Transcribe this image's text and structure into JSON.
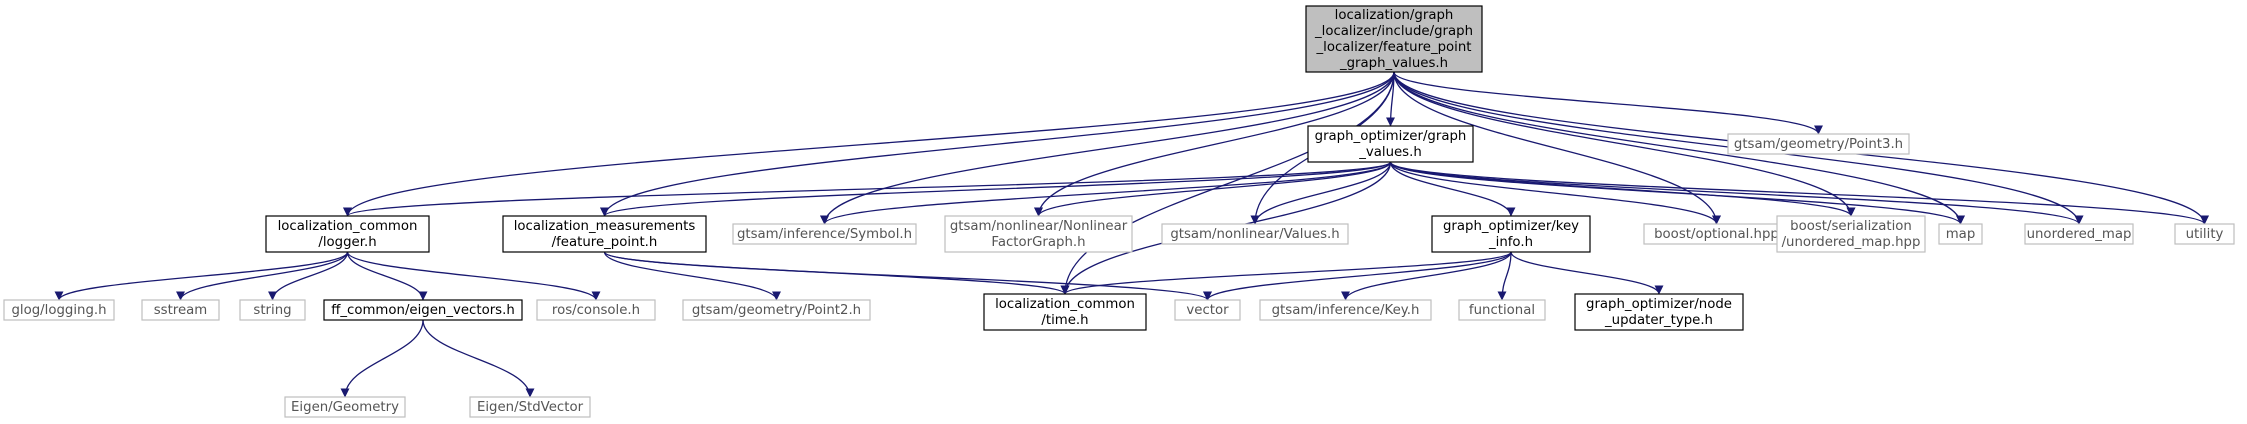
{
  "colors": {
    "edge": "#191970",
    "strong_border": "#000000",
    "weak_border": "#bfbfbf",
    "root_fill": "#bfbfbf",
    "text": "#000000",
    "weak_text": "#555555"
  },
  "nodes": [
    {
      "id": "root",
      "kind": "root",
      "lines": [
        "localization/graph",
        "_localizer/include/graph",
        "_localizer/feature_point",
        "_graph_values.h"
      ]
    },
    {
      "id": "gv",
      "kind": "strong",
      "lines": [
        "graph_optimizer/graph",
        "_values.h"
      ]
    },
    {
      "id": "point3",
      "kind": "weak",
      "lines": [
        "gtsam/geometry/Point3.h"
      ]
    },
    {
      "id": "logger",
      "kind": "strong",
      "lines": [
        "localization_common",
        "/logger.h"
      ]
    },
    {
      "id": "fpoint",
      "kind": "strong",
      "lines": [
        "localization_measurements",
        "/feature_point.h"
      ]
    },
    {
      "id": "symbol",
      "kind": "weak",
      "lines": [
        "gtsam/inference/Symbol.h"
      ]
    },
    {
      "id": "nlfg",
      "kind": "weak",
      "lines": [
        "gtsam/nonlinear/Nonlinear",
        "FactorGraph.h"
      ]
    },
    {
      "id": "values",
      "kind": "weak",
      "lines": [
        "gtsam/nonlinear/Values.h"
      ]
    },
    {
      "id": "keyinfo",
      "kind": "strong",
      "lines": [
        "graph_optimizer/key",
        "_info.h"
      ]
    },
    {
      "id": "optional",
      "kind": "weak",
      "lines": [
        "boost/optional.hpp"
      ]
    },
    {
      "id": "bser",
      "kind": "weak",
      "lines": [
        "boost/serialization",
        "/unordered_map.hpp"
      ]
    },
    {
      "id": "map",
      "kind": "weak",
      "lines": [
        "map"
      ]
    },
    {
      "id": "umap",
      "kind": "weak",
      "lines": [
        "unordered_map"
      ]
    },
    {
      "id": "utility",
      "kind": "weak",
      "lines": [
        "utility"
      ]
    },
    {
      "id": "glog",
      "kind": "weak",
      "lines": [
        "glog/logging.h"
      ]
    },
    {
      "id": "sstream",
      "kind": "weak",
      "lines": [
        "sstream"
      ]
    },
    {
      "id": "string",
      "kind": "weak",
      "lines": [
        "string"
      ]
    },
    {
      "id": "eigvec",
      "kind": "strong",
      "lines": [
        "ff_common/eigen_vectors.h"
      ]
    },
    {
      "id": "roscon",
      "kind": "weak",
      "lines": [
        "ros/console.h"
      ]
    },
    {
      "id": "point2",
      "kind": "weak",
      "lines": [
        "gtsam/geometry/Point2.h"
      ]
    },
    {
      "id": "time",
      "kind": "strong",
      "lines": [
        "localization_common",
        "/time.h"
      ]
    },
    {
      "id": "vector",
      "kind": "weak",
      "lines": [
        "vector"
      ]
    },
    {
      "id": "key",
      "kind": "weak",
      "lines": [
        "gtsam/inference/Key.h"
      ]
    },
    {
      "id": "functional",
      "kind": "weak",
      "lines": [
        "functional"
      ]
    },
    {
      "id": "nut",
      "kind": "strong",
      "lines": [
        "graph_optimizer/node",
        "_updater_type.h"
      ]
    },
    {
      "id": "eigeo",
      "kind": "weak",
      "lines": [
        "Eigen/Geometry"
      ]
    },
    {
      "id": "eigstd",
      "kind": "weak",
      "lines": [
        "Eigen/StdVector"
      ]
    }
  ],
  "edges": [
    [
      "root",
      "gv"
    ],
    [
      "root",
      "point3"
    ],
    [
      "root",
      "logger"
    ],
    [
      "root",
      "fpoint"
    ],
    [
      "root",
      "symbol"
    ],
    [
      "root",
      "nlfg"
    ],
    [
      "root",
      "values"
    ],
    [
      "root",
      "time"
    ],
    [
      "root",
      "optional"
    ],
    [
      "root",
      "bser"
    ],
    [
      "root",
      "map"
    ],
    [
      "root",
      "umap"
    ],
    [
      "root",
      "utility"
    ],
    [
      "gv",
      "logger"
    ],
    [
      "gv",
      "fpoint"
    ],
    [
      "gv",
      "symbol"
    ],
    [
      "gv",
      "nlfg"
    ],
    [
      "gv",
      "values"
    ],
    [
      "gv",
      "keyinfo"
    ],
    [
      "gv",
      "time"
    ],
    [
      "gv",
      "optional"
    ],
    [
      "gv",
      "bser"
    ],
    [
      "gv",
      "map"
    ],
    [
      "gv",
      "umap"
    ],
    [
      "gv",
      "utility"
    ],
    [
      "logger",
      "glog"
    ],
    [
      "logger",
      "sstream"
    ],
    [
      "logger",
      "string"
    ],
    [
      "logger",
      "eigvec"
    ],
    [
      "logger",
      "roscon"
    ],
    [
      "fpoint",
      "point2"
    ],
    [
      "fpoint",
      "time"
    ],
    [
      "fpoint",
      "vector"
    ],
    [
      "keyinfo",
      "time"
    ],
    [
      "keyinfo",
      "vector"
    ],
    [
      "keyinfo",
      "key"
    ],
    [
      "keyinfo",
      "functional"
    ],
    [
      "keyinfo",
      "nut"
    ],
    [
      "eigvec",
      "eigeo"
    ],
    [
      "eigvec",
      "eigstd"
    ]
  ]
}
